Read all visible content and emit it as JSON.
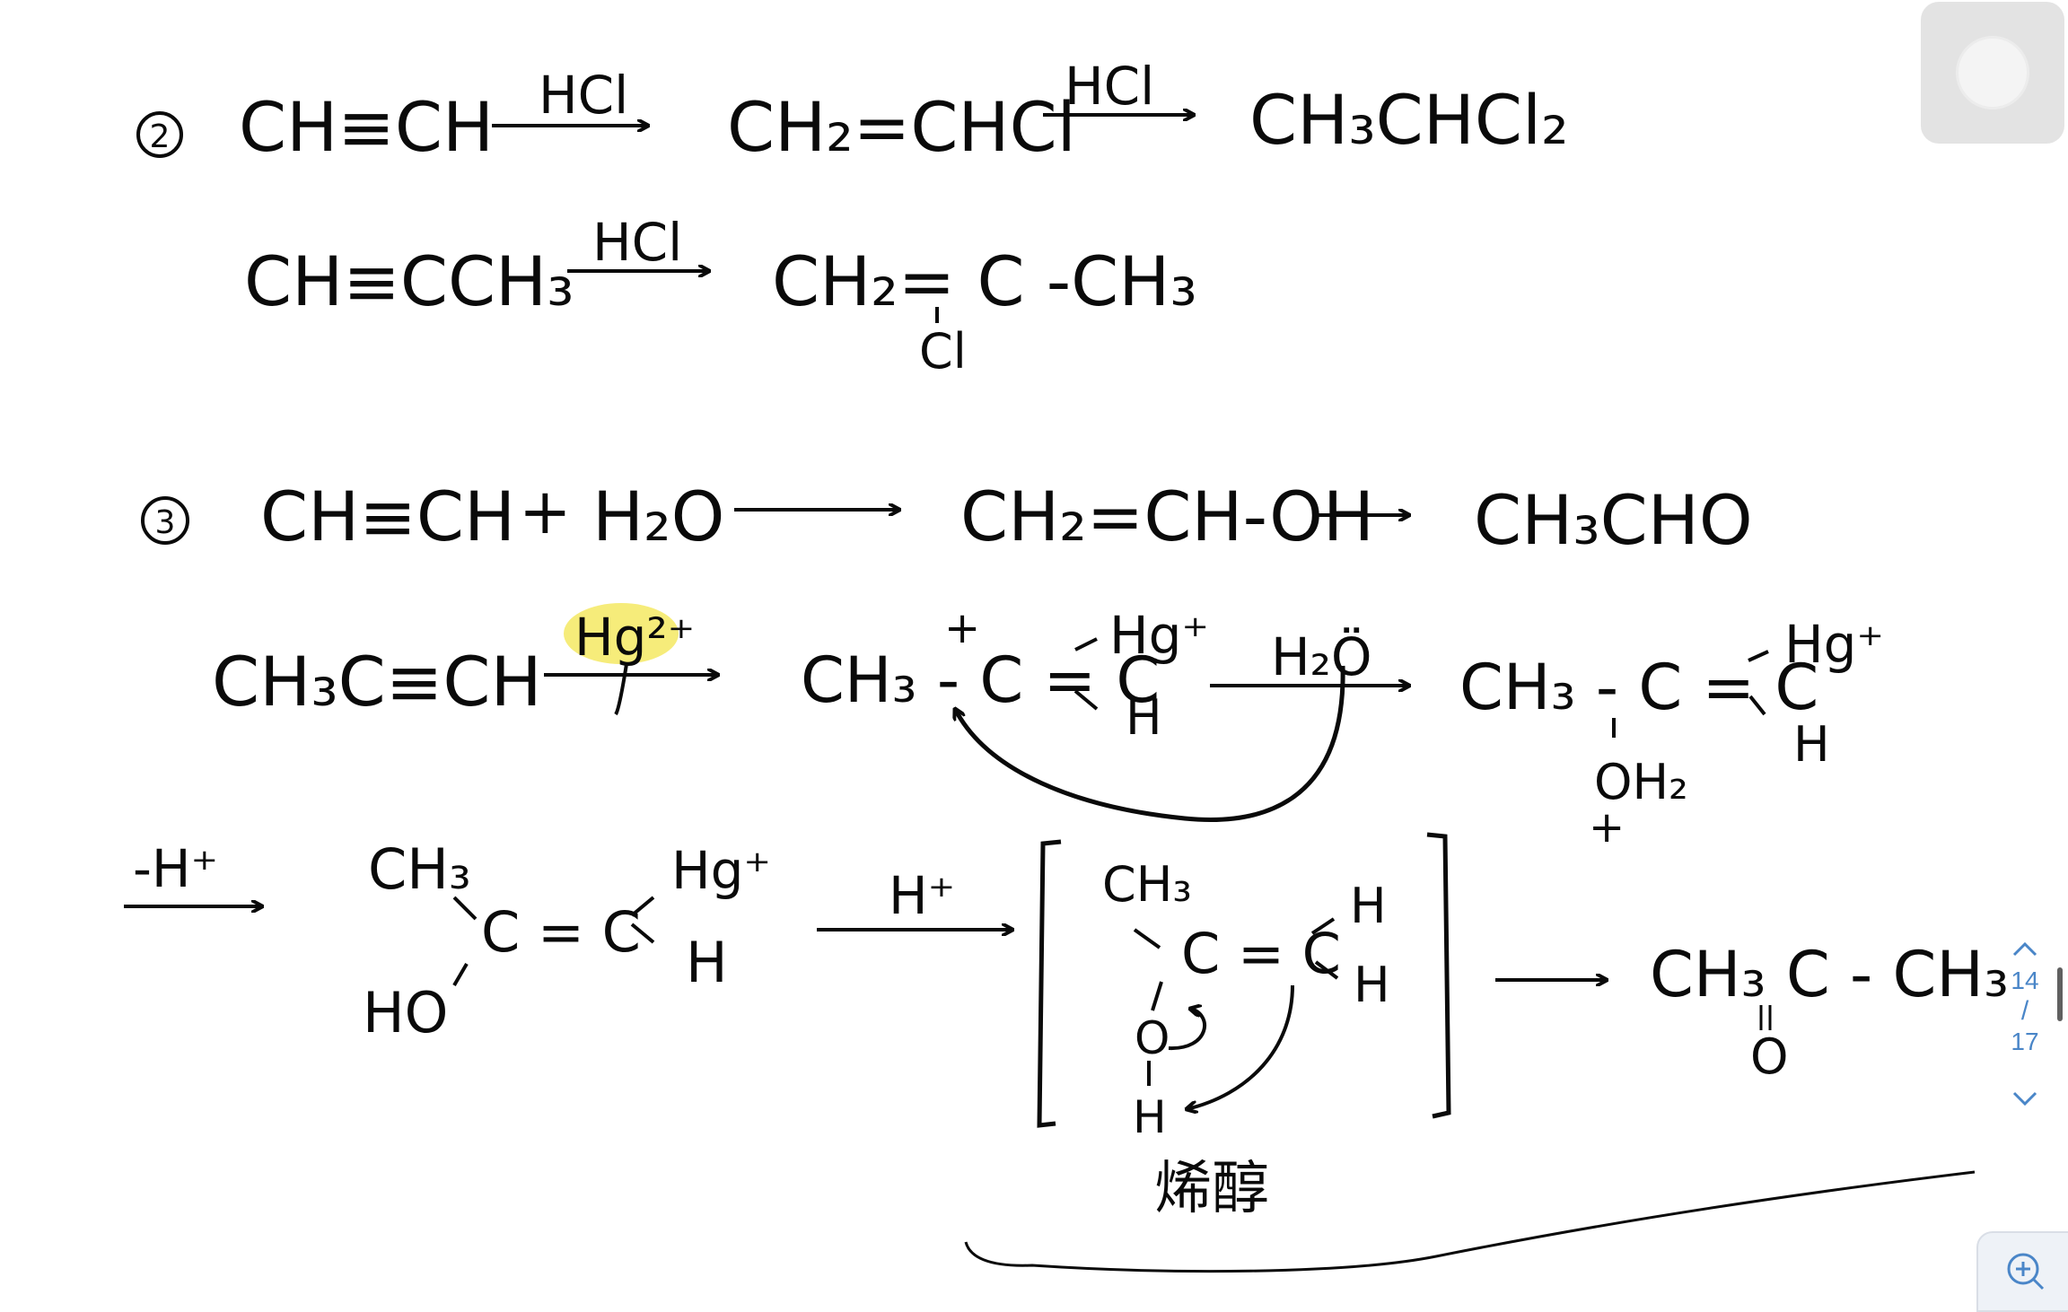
{
  "step2": {
    "marker": "2",
    "row1": {
      "reactant": "CH≡CH",
      "reagent1": "HCl",
      "intermediate": "CH₂=CHCl",
      "reagent2": "HCl",
      "product": "CH₃CHCl₂"
    },
    "row2": {
      "reactant": "CH≡CCH₃",
      "reagent": "HCl",
      "product": "CH₂= C -CH₃",
      "substituent": "Cl"
    }
  },
  "step3": {
    "marker": "3",
    "row1": {
      "reactant": "CH≡CH",
      "plus": "+",
      "water": "H₂O",
      "enol": "CH₂=CH-OH",
      "product": "CH₃CHO"
    },
    "row2": {
      "reactant": "CH₃C≡CH",
      "catalyst": "Hg²⁺",
      "cation_left": "CH₃ - C = C",
      "cation_charge": "+",
      "cation_hg": "Hg⁺",
      "cation_h": "H",
      "nucleophile": "H₂Ö",
      "adduct": "CH₃ - C = C",
      "adduct_hg": "Hg⁺",
      "adduct_h": "H",
      "adduct_oh2": "OH₂",
      "adduct_charge": "+"
    },
    "row3": {
      "deprotonation": "-H⁺",
      "ch3": "CH₃",
      "ho": "HO",
      "cc": "C = C",
      "hg": "Hg⁺",
      "h": "H",
      "acid": "H⁺",
      "br_ch3": "CH₃",
      "br_cc": "C = C",
      "br_h1": "H",
      "br_h2": "H",
      "br_o": "O",
      "br_h": "H",
      "enol_label": "烯醇",
      "ketone": "CH₃ C - CH₃",
      "ketone_o": "O"
    }
  },
  "pager": {
    "current": "14",
    "separator": "/",
    "total": "17"
  },
  "colors": {
    "ink": "#0a0a0a",
    "highlight": "#f6ec7a",
    "pager_accent": "#4a86c8"
  }
}
